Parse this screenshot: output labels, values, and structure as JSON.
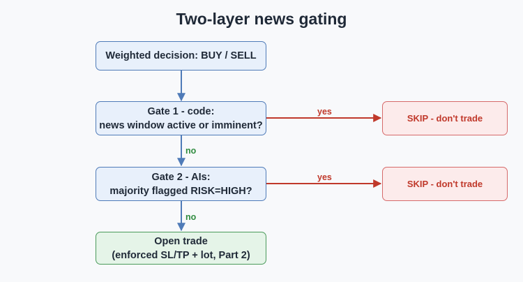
{
  "title": "Two-layer news gating",
  "nodes": {
    "decision": "Weighted decision: BUY / SELL",
    "gate1_line1": "Gate 1 - code:",
    "gate1_line2": "news window active or imminent?",
    "gate2_line1": "Gate 2 - AIs:",
    "gate2_line2": "majority flagged RISK=HIGH?",
    "open_line1": "Open trade",
    "open_line2": "(enforced SL/TP + lot, Part 2)",
    "skip1": "SKIP - don't trade",
    "skip2": "SKIP - don't trade"
  },
  "edges": {
    "gate1_yes": "yes",
    "gate1_no": "no",
    "gate2_yes": "yes",
    "gate2_no": "no"
  },
  "colors": {
    "flow_arrow": "#4f7bb8",
    "yes_arrow": "#c0392b",
    "no_label": "#2e8b3e"
  }
}
